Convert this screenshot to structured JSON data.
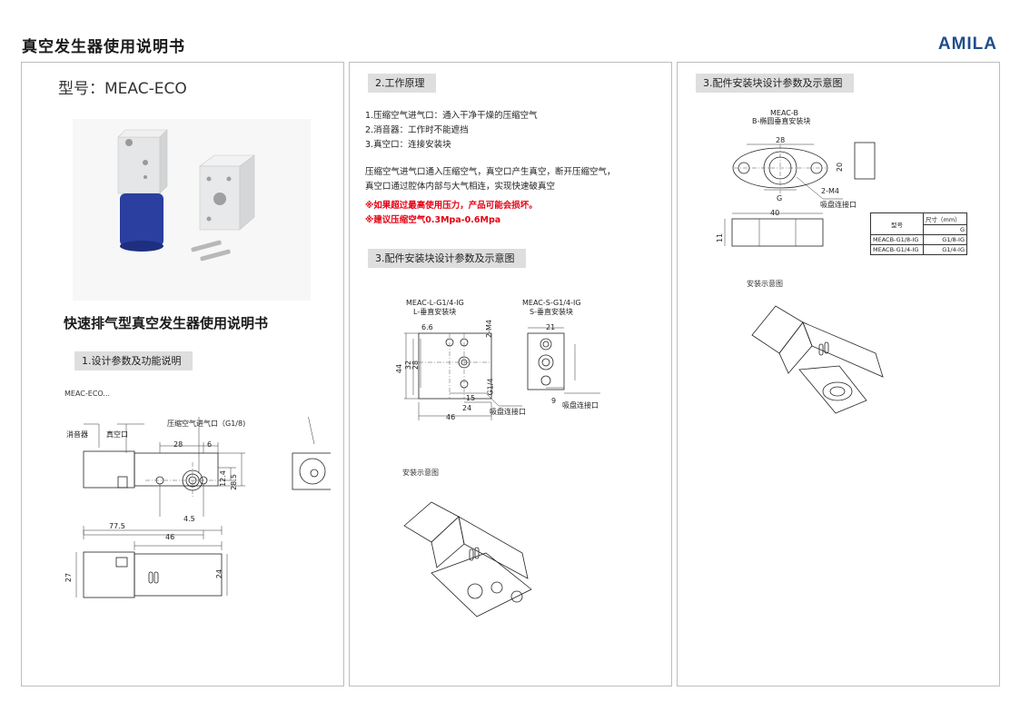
{
  "header": {
    "title": "真空发生器使用说明书",
    "brand": "AMILA"
  },
  "panel1": {
    "model": "型号：MEAC-ECO",
    "product_title": "快速排气型真空发生器使用说明书",
    "section1": "1.设计参数及功能说明",
    "caption": "MEAC-ECO...",
    "labels": {
      "muffler": "消音器",
      "vacuum_port": "真空口",
      "inlet": "压缩空气进气口（G1/8)",
      "d28": "28",
      "d6": "6",
      "d12_4": "12.4",
      "d28_5": "28.5",
      "d4_5": "4.5",
      "d77_5": "77.5",
      "d46": "46",
      "d27": "27",
      "d24": "24"
    }
  },
  "panel2": {
    "section2": "2.工作原理",
    "lines": [
      "1.压缩空气进气口：通入干净干燥的压缩空气",
      "2.消音器：工作时不能遮挡",
      "3.真空口：连接安装块"
    ],
    "desc": [
      "压缩空气进气口通入压缩空气，真空口产生真空，断开压缩空气，",
      "真空口通过腔体内部与大气相连，实现快速破真空"
    ],
    "warnings": [
      "※如果超过最高使用压力，产品可能会损坏。",
      "※建议压缩空气0.3Mpa-0.6Mpa"
    ],
    "section3": "3.配件安装块设计参数及示意图",
    "left_model": "MEAC-L-G1/4-IG",
    "left_name": "L-垂直安装块",
    "right_model": "MEAC-S-G1/4-IG",
    "right_name": "S-垂直安装块",
    "dims": {
      "d6_6": "6.6",
      "m4": "2-M4",
      "d44": "44",
      "d32": "32",
      "d28": "28",
      "g14": "G1/4",
      "d15": "15",
      "d24": "24",
      "d46": "46",
      "d21": "21",
      "d9": "9"
    },
    "suction": "吸盘连接口",
    "install_caption": "安装示意图"
  },
  "panel3": {
    "section3": "3.配件安装块设计参数及示意图",
    "model": "MEAC-B",
    "name": "B-椭圆垂直安装块",
    "dims": {
      "d28": "28",
      "d20": "20",
      "m4": "2-M4",
      "g": "G",
      "d40": "40",
      "d11": "11"
    },
    "suction": "吸盘连接口",
    "table": {
      "h_model": "型号",
      "h_size": "尺寸（mm）",
      "h_g": "G",
      "rows": [
        {
          "model": "MEACB-G1/8-IG",
          "g": "G1/8-IG"
        },
        {
          "model": "MEACB-G1/4-IG",
          "g": "G1/4-IG"
        }
      ]
    },
    "install_caption": "安装示意图"
  }
}
